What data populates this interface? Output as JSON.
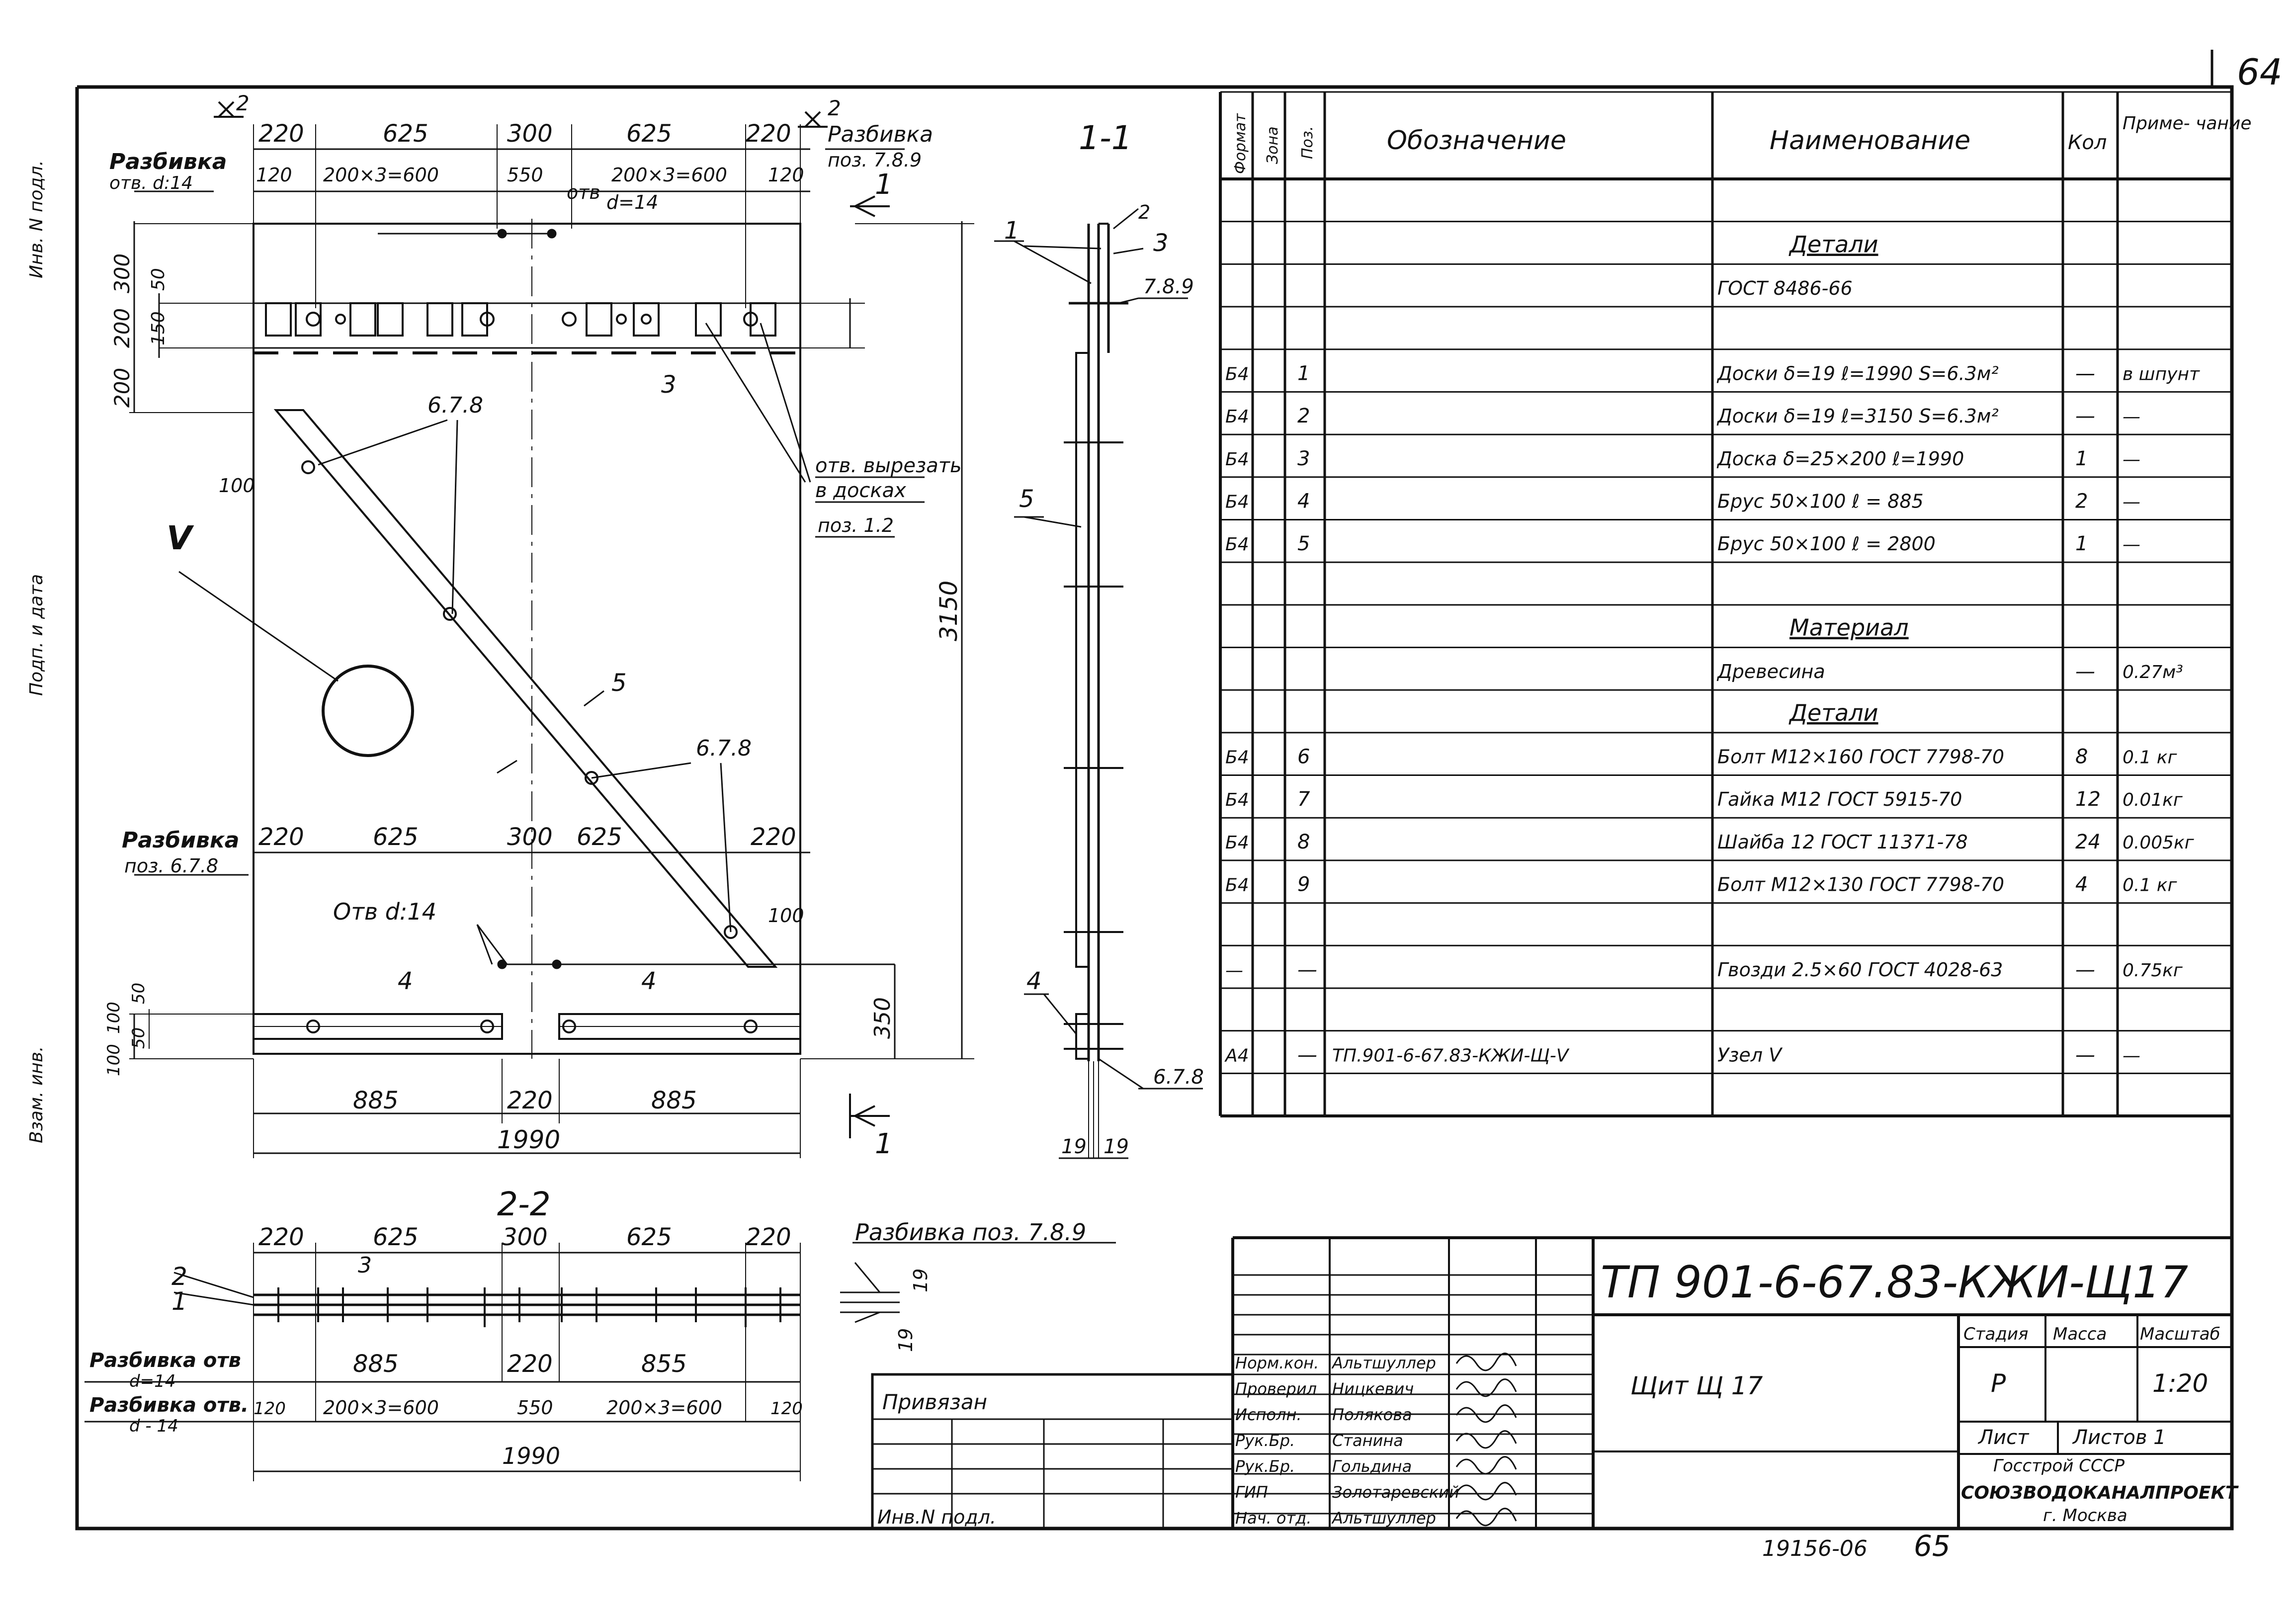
{
  "sheet": {
    "number": "64",
    "archive_number": "19156-06",
    "archive_page": "65",
    "side_notes": [
      "Инв. N подл.",
      "Подп. и дата",
      "Взам. инв."
    ]
  },
  "drawing": {
    "section_1_label": "1-1",
    "section_2_label": "2-2",
    "view_mark": "2",
    "cut_mark": "1",
    "node_mark": "V",
    "top_dims": [
      "220",
      "625",
      "300",
      "625",
      "220"
    ],
    "top_sub_dims": [
      "120",
      "200×3=600",
      "550",
      "200×3=600",
      "120"
    ],
    "top_left_title": "Разбивка",
    "top_left_sub": "отв. d:14",
    "top_right_title": "Разбивка",
    "top_right_sub": "поз. 7.8.9",
    "hole_label": "отв",
    "hole_diam": "d=14",
    "left_vdims": [
      "300",
      "200",
      "200",
      "50",
      "150"
    ],
    "pos_markers": [
      "6.7.8",
      "6.7.8",
      "5",
      "3",
      "100",
      "100"
    ],
    "cut_out_label_1": "отв. вырезать",
    "cut_out_label_2": "в досках",
    "cut_out_label_3": "поз. 1.2",
    "height_3150": "3150",
    "height_350": "350",
    "bottom_left_title": "Разбивка",
    "bottom_left_sub": "поз. 6.7.8",
    "bottom_dims": [
      "220",
      "625",
      "300",
      "625",
      "220"
    ],
    "bottom_hole_label": "Отв d:14",
    "member_4": "4",
    "left_vdims_bottom": [
      "100",
      "50",
      "100",
      "50"
    ],
    "total_dims": [
      "885",
      "220",
      "885"
    ],
    "total_width": "1990",
    "section_labels": [
      "2",
      "3",
      "1",
      "5",
      "4",
      "7.8.9",
      "6.7.8",
      "19",
      "19"
    ],
    "s2_title": "Разбивка поз. 7.8.9",
    "s2_dims": [
      "220",
      "625",
      "300",
      "625",
      "220"
    ],
    "s2_left_1": "Разбивка отв",
    "s2_left_1b": "d=14",
    "s2_left_2": "Разбивка отв.",
    "s2_left_2b": "d - 14",
    "s2_mid_dims": [
      "885",
      "220",
      "855"
    ],
    "s2_sub_dims": [
      "120",
      "200×3=600",
      "550",
      "200×3=600",
      "120"
    ],
    "s2_total": "1990",
    "s2_labels": [
      "2",
      "3",
      "1",
      "19",
      "19"
    ]
  },
  "spec_table": {
    "headers": {
      "format": "Формат",
      "zone": "Зона",
      "pos": "Поз.",
      "designation": "Обозначение",
      "name": "Наименование",
      "qty": "Кол",
      "note": "Приме- чание"
    },
    "rows": [
      {
        "format": "",
        "pos": "",
        "designation": "",
        "name": "",
        "qty": "",
        "note": ""
      },
      {
        "format": "",
        "pos": "",
        "designation": "",
        "name": "Детали",
        "qty": "",
        "note": "",
        "section": true
      },
      {
        "format": "",
        "pos": "",
        "designation": "",
        "name": "ГОСТ 8486-66",
        "qty": "",
        "note": ""
      },
      {
        "format": "",
        "pos": "",
        "designation": "",
        "name": "",
        "qty": "",
        "note": ""
      },
      {
        "format": "Б4",
        "pos": "1",
        "designation": "",
        "name": "Доски δ=19  ℓ=1990  S=6.3м²",
        "qty": "—",
        "note": "в шпунт"
      },
      {
        "format": "Б4",
        "pos": "2",
        "designation": "",
        "name": "Доски δ=19  ℓ=3150  S=6.3м²",
        "qty": "—",
        "note": "—"
      },
      {
        "format": "Б4",
        "pos": "3",
        "designation": "",
        "name": "Доска δ=25×200  ℓ=1990",
        "qty": "1",
        "note": "—"
      },
      {
        "format": "Б4",
        "pos": "4",
        "designation": "",
        "name": "Брус 50×100   ℓ = 885",
        "qty": "2",
        "note": "—"
      },
      {
        "format": "Б4",
        "pos": "5",
        "designation": "",
        "name": "Брус 50×100   ℓ = 2800",
        "qty": "1",
        "note": "—"
      },
      {
        "format": "",
        "pos": "",
        "designation": "",
        "name": "",
        "qty": "",
        "note": ""
      },
      {
        "format": "",
        "pos": "",
        "designation": "",
        "name": "Материал",
        "qty": "",
        "note": "",
        "section": true
      },
      {
        "format": "",
        "pos": "",
        "designation": "",
        "name": "Древесина",
        "qty": "—",
        "note": "0.27м³"
      },
      {
        "format": "",
        "pos": "",
        "designation": "",
        "name": "Детали",
        "qty": "",
        "note": "",
        "section": true
      },
      {
        "format": "Б4",
        "pos": "6",
        "designation": "",
        "name": "Болт М12×160  ГОСТ 7798-70",
        "qty": "8",
        "note": "0.1 кг"
      },
      {
        "format": "Б4",
        "pos": "7",
        "designation": "",
        "name": "Гайка М12   ГОСТ 5915-70",
        "qty": "12",
        "note": "0.01кг"
      },
      {
        "format": "Б4",
        "pos": "8",
        "designation": "",
        "name": "Шайба 12   ГОСТ 11371-78",
        "qty": "24",
        "note": "0.005кг"
      },
      {
        "format": "Б4",
        "pos": "9",
        "designation": "",
        "name": "Болт М12×130  ГОСТ 7798-70",
        "qty": "4",
        "note": "0.1 кг"
      },
      {
        "format": "",
        "pos": "",
        "designation": "",
        "name": "",
        "qty": "",
        "note": ""
      },
      {
        "format": "—",
        "pos": "—",
        "designation": "",
        "name": "Гвозди 2.5×60  ГОСТ 4028-63",
        "qty": "—",
        "note": "0.75кг"
      },
      {
        "format": "",
        "pos": "",
        "designation": "",
        "name": "",
        "qty": "",
        "note": ""
      },
      {
        "format": "А4",
        "pos": "—",
        "designation": "ТП.901-6-67.83-КЖИ-Щ-V",
        "name": "Узел V",
        "qty": "—",
        "note": "—"
      },
      {
        "format": "",
        "pos": "",
        "designation": "",
        "name": "",
        "qty": "",
        "note": ""
      }
    ]
  },
  "title_block": {
    "code": "ТП 901-6-67.83-КЖИ-Щ17",
    "object_name": "Щит    Щ 17",
    "stage_label": "Стадия",
    "mass_label": "Масса",
    "scale_label": "Масштаб",
    "stage": "Р",
    "scale": "1:20",
    "sheet_label": "Лист",
    "sheets_label": "Листов 1",
    "org_1": "Госстрой СССР",
    "org_2": "СОЮЗВОДОКАНАЛПРОЕКТ",
    "org_3": "г. Москва",
    "tied": "Привязан",
    "inv": "Инв.N подл.",
    "signers": [
      {
        "role": "Норм.кон.",
        "name": "Альтшуллер"
      },
      {
        "role": "Проверил",
        "name": "Ницкевич"
      },
      {
        "role": "Исполн.",
        "name": "Полякова"
      },
      {
        "role": "Рук.Бр.",
        "name": "Станина"
      },
      {
        "role": "Рук.Бр.",
        "name": "Гольдина"
      },
      {
        "role": "ГИП",
        "name": "Золотаревский"
      },
      {
        "role": "Нач. отд.",
        "name": "Альтшуллер"
      }
    ]
  }
}
